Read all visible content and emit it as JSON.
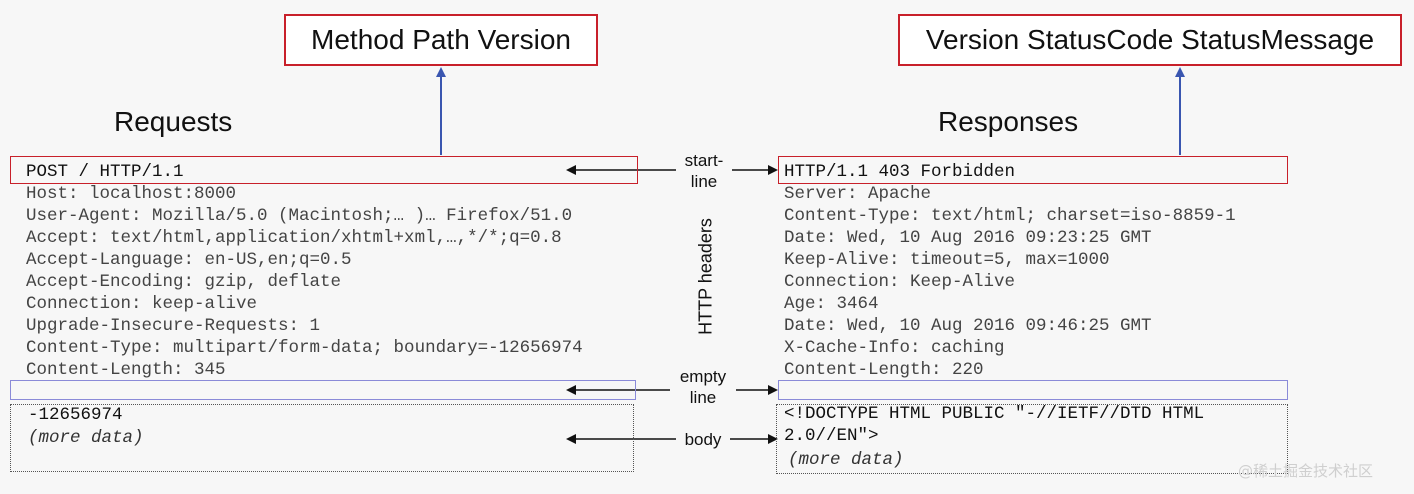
{
  "callouts": {
    "request_start": "Method Path Version",
    "response_start": "Version StatusCode StatusMessage"
  },
  "headings": {
    "requests": "Requests",
    "responses": "Responses"
  },
  "request": {
    "start_line": "POST / HTTP/1.1",
    "headers": [
      "Host: localhost:8000",
      "User-Agent: Mozilla/5.0 (Macintosh;… )… Firefox/51.0",
      "Accept: text/html,application/xhtml+xml,…,*/*;q=0.8",
      "Accept-Language: en-US,en;q=0.5",
      "Accept-Encoding: gzip, deflate",
      "Connection: keep-alive",
      "Upgrade-Insecure-Requests: 1",
      "Content-Type: multipart/form-data; boundary=-12656974",
      "Content-Length: 345"
    ],
    "body": [
      "-12656974",
      "(more data)"
    ]
  },
  "response": {
    "start_line": "HTTP/1.1 403 Forbidden",
    "headers": [
      "Server: Apache",
      "Content-Type: text/html; charset=iso-8859-1",
      "Date: Wed, 10 Aug 2016 09:23:25 GMT",
      "Keep-Alive: timeout=5, max=1000",
      "Connection: Keep-Alive",
      "Age: 3464",
      "Date: Wed, 10 Aug 2016 09:46:25 GMT",
      "X-Cache-Info: caching",
      "Content-Length: 220"
    ],
    "body": [
      "<!DOCTYPE HTML PUBLIC \"-//IETF//DTD HTML",
      "2.0//EN\">",
      "(more data)"
    ]
  },
  "labels": {
    "start_line_1": "start-",
    "start_line_2": "line",
    "http_headers": "HTTP headers",
    "empty_line_1": "empty",
    "empty_line_2": "line",
    "body": "body"
  },
  "watermark": "@稀土掘金技术社区",
  "colors": {
    "callout_border": "#c8202a",
    "arrow_blue": "#3a56b0",
    "empty_line_border": "#8a8ad8"
  }
}
